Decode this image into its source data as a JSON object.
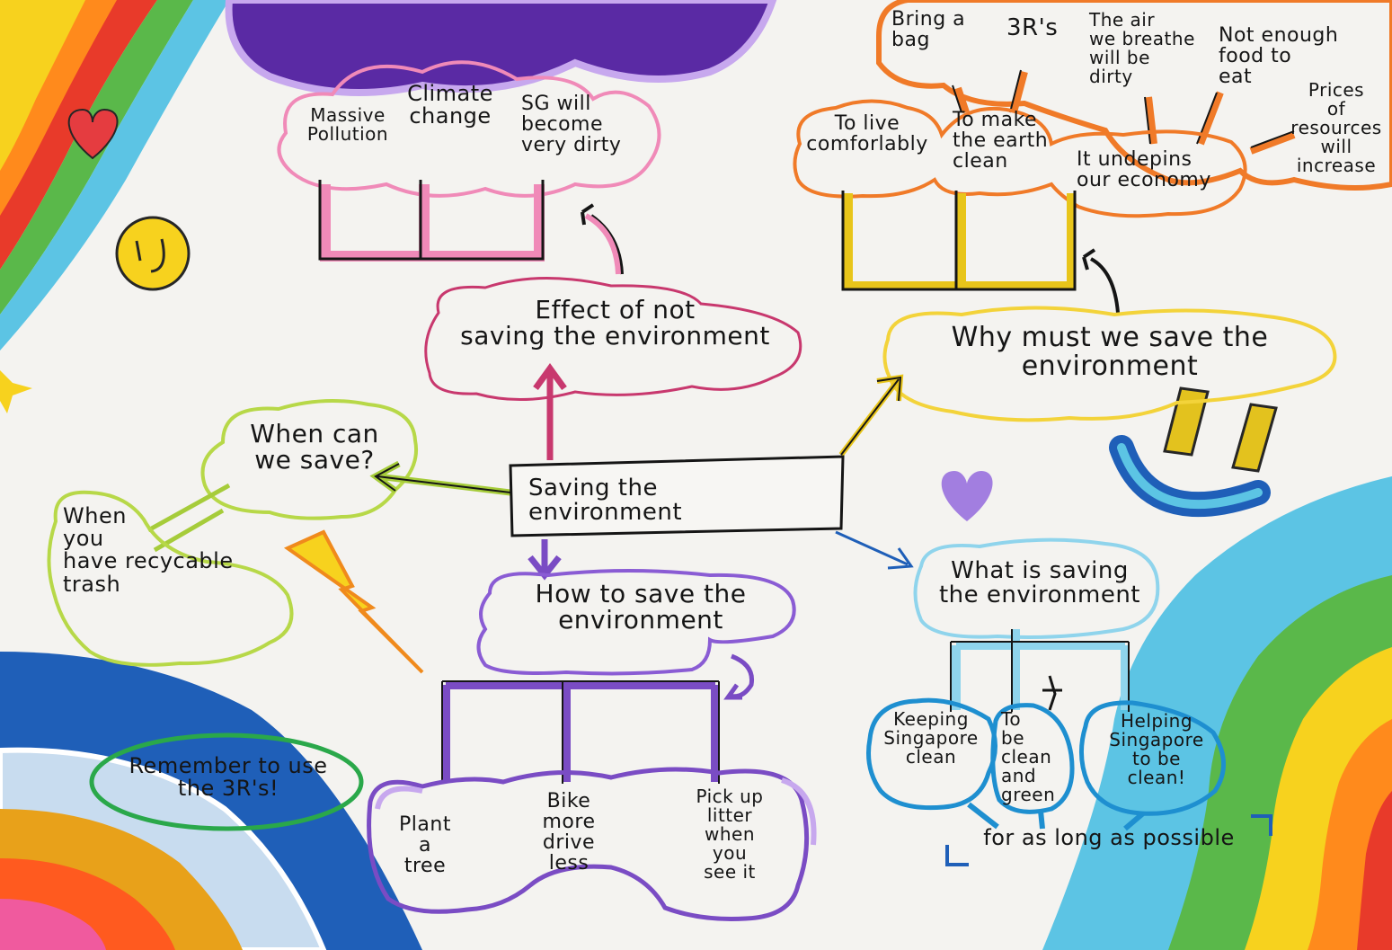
{
  "center": {
    "label": "Saving the\n environment"
  },
  "effect": {
    "title": "Effect of not\nsaving the environment",
    "items": [
      "Massive\nPollution",
      "Climate\nchange",
      "SG will\nbecome\nvery dirty"
    ]
  },
  "why": {
    "title": "Why must we save the\nenvironment",
    "items": [
      "To live\ncomforlably",
      "To make\nthe earth\nclean",
      "It undepins\nour economy"
    ],
    "sub_items": [
      "Bring a\nbag",
      "3R's",
      "The air\nwe breathe\nwill be\ndirty",
      "Not enough\nfood to\neat",
      "Prices\nof\nresources\nwill increase"
    ]
  },
  "when": {
    "title": "When can\nwe save?",
    "items": [
      "When\nyou\nhave recycable\ntrash"
    ]
  },
  "how": {
    "title": "How to save the\nenvironment",
    "items": [
      "Plant\na\ntree",
      "Bike\nmore\ndrive\nless",
      "Pick up\nlitter\nwhen\nyou\nsee it"
    ]
  },
  "what": {
    "title": "What is saving\nthe environment",
    "items": [
      "Keeping\nSingapore\nclean",
      "To\nbe\nclean\nand\ngreen",
      "Helping\nSingapore\nto be\nclean!"
    ],
    "note": "for as long as possible"
  },
  "reminder": {
    "text": "Remember to use\nthe 3R's!"
  },
  "colors": {
    "paper": "#f4f3f0",
    "effect": "#e0508c",
    "why": "#f07a28",
    "why_stem": "#e8c51a",
    "when": "#a6cc3a",
    "how": "#7a4cc4",
    "what": "#1e8fd0",
    "reminder": "#2aa84a",
    "ink": "#151515"
  }
}
